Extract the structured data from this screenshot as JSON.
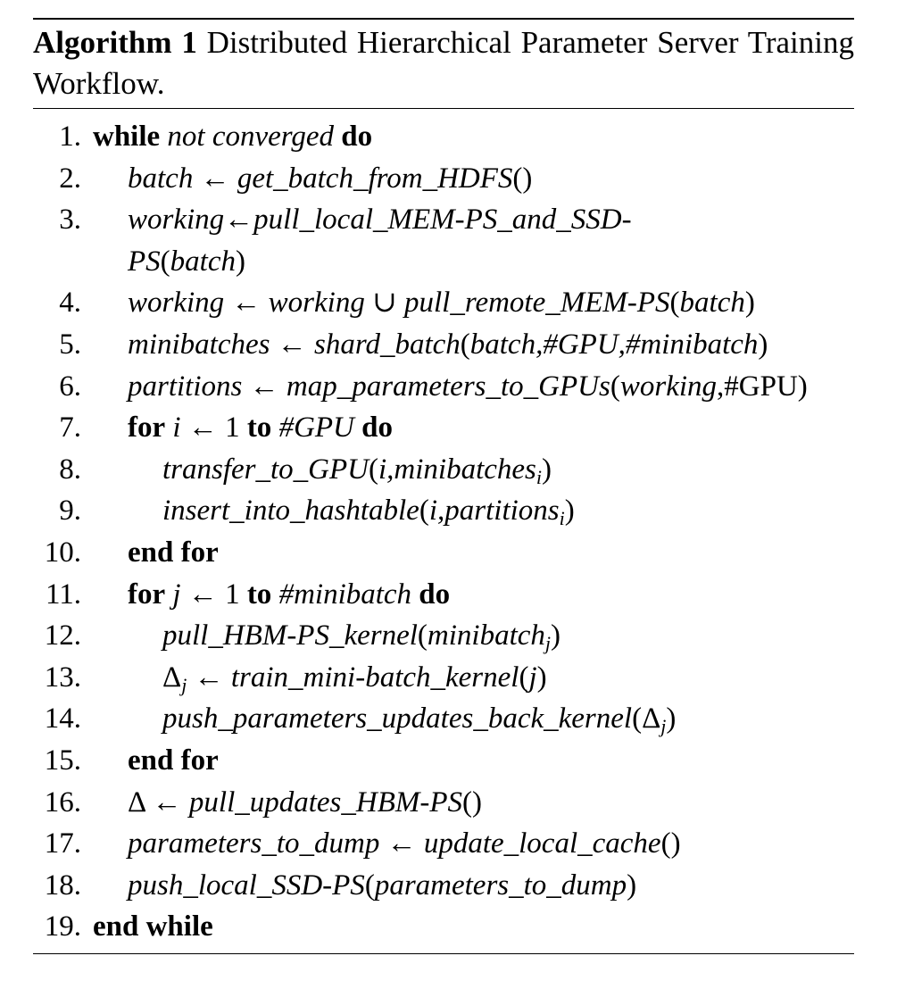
{
  "caption": {
    "label": "Algorithm 1",
    "title": "Distributed Hierarchical Parameter Server Training Workflow."
  },
  "lines": [
    {
      "num": "1.",
      "indent": 0,
      "parts": [
        {
          "t": "while",
          "s": "kw"
        },
        {
          "t": " ",
          "s": "rm"
        },
        {
          "t": "not converged",
          "s": "it"
        },
        {
          "t": " ",
          "s": "rm"
        },
        {
          "t": "do",
          "s": "kw"
        }
      ]
    },
    {
      "num": "2.",
      "indent": 1,
      "parts": [
        {
          "t": "batch",
          "s": "it"
        },
        {
          "t": " ← ",
          "s": "rm"
        },
        {
          "t": "get_batch_from_HDFS",
          "s": "it"
        },
        {
          "t": "()",
          "s": "rm"
        }
      ]
    },
    {
      "num": "3.",
      "indent": 1,
      "parts": [
        {
          "t": "working",
          "s": "it"
        },
        {
          "t": "←",
          "s": "rm"
        },
        {
          "t": "pull_local_MEM-PS_and_SSD-",
          "s": "it"
        }
      ]
    },
    {
      "num": "",
      "indent": 1,
      "parts": [
        {
          "t": "PS",
          "s": "it"
        },
        {
          "t": "(",
          "s": "rm"
        },
        {
          "t": "batch",
          "s": "it"
        },
        {
          "t": ")",
          "s": "rm"
        }
      ]
    },
    {
      "num": "4.",
      "indent": 1,
      "parts": [
        {
          "t": "working",
          "s": "it"
        },
        {
          "t": " ← ",
          "s": "rm"
        },
        {
          "t": "working",
          "s": "it"
        },
        {
          "t": " ∪ ",
          "s": "rm"
        },
        {
          "t": "pull_remote_MEM-PS",
          "s": "it"
        },
        {
          "t": "(",
          "s": "rm"
        },
        {
          "t": "batch",
          "s": "it"
        },
        {
          "t": ")",
          "s": "rm"
        }
      ]
    },
    {
      "num": "5.",
      "indent": 1,
      "parts": [
        {
          "t": "minibatches",
          "s": "it"
        },
        {
          "t": " ← ",
          "s": "rm"
        },
        {
          "t": "shard_batch",
          "s": "it"
        },
        {
          "t": "(",
          "s": "rm"
        },
        {
          "t": "batch,#GPU,#minibatch",
          "s": "it"
        },
        {
          "t": ")",
          "s": "rm"
        }
      ]
    },
    {
      "num": "6.",
      "indent": 1,
      "parts": [
        {
          "t": "partitions",
          "s": "it"
        },
        {
          "t": " ← ",
          "s": "rm"
        },
        {
          "t": "map_parameters_to_GPUs",
          "s": "it"
        },
        {
          "t": "(",
          "s": "rm"
        },
        {
          "t": "working",
          "s": "it"
        },
        {
          "t": ",#GPU)",
          "s": "rm"
        }
      ]
    },
    {
      "num": "7.",
      "indent": 1,
      "parts": [
        {
          "t": "for",
          "s": "kw"
        },
        {
          "t": " ",
          "s": "rm"
        },
        {
          "t": "i",
          "s": "it"
        },
        {
          "t": " ← 1 ",
          "s": "rm"
        },
        {
          "t": "to",
          "s": "kw"
        },
        {
          "t": " ",
          "s": "rm"
        },
        {
          "t": "#GPU",
          "s": "it"
        },
        {
          "t": " ",
          "s": "rm"
        },
        {
          "t": "do",
          "s": "kw"
        }
      ]
    },
    {
      "num": "8.",
      "indent": 2,
      "parts": [
        {
          "t": "transfer_to_GPU",
          "s": "it"
        },
        {
          "t": "(",
          "s": "rm"
        },
        {
          "t": "i,minibatches",
          "s": "it"
        },
        {
          "t": "i",
          "s": "sub"
        },
        {
          "t": ")",
          "s": "rm"
        }
      ]
    },
    {
      "num": "9.",
      "indent": 2,
      "parts": [
        {
          "t": "insert_into_hashtable",
          "s": "it"
        },
        {
          "t": "(",
          "s": "rm"
        },
        {
          "t": "i,partitions",
          "s": "it"
        },
        {
          "t": "i",
          "s": "sub"
        },
        {
          "t": ")",
          "s": "rm"
        }
      ]
    },
    {
      "num": "10.",
      "indent": 1,
      "parts": [
        {
          "t": "end for",
          "s": "kw"
        }
      ]
    },
    {
      "num": "11.",
      "indent": 1,
      "parts": [
        {
          "t": "for",
          "s": "kw"
        },
        {
          "t": " ",
          "s": "rm"
        },
        {
          "t": "j",
          "s": "it"
        },
        {
          "t": " ← 1 ",
          "s": "rm"
        },
        {
          "t": "to",
          "s": "kw"
        },
        {
          "t": " ",
          "s": "rm"
        },
        {
          "t": "#minibatch",
          "s": "it"
        },
        {
          "t": " ",
          "s": "rm"
        },
        {
          "t": "do",
          "s": "kw"
        }
      ]
    },
    {
      "num": "12.",
      "indent": 2,
      "parts": [
        {
          "t": "pull_HBM-PS_kernel",
          "s": "it"
        },
        {
          "t": "(",
          "s": "rm"
        },
        {
          "t": "minibatch",
          "s": "it"
        },
        {
          "t": "j",
          "s": "sub"
        },
        {
          "t": ")",
          "s": "rm"
        }
      ]
    },
    {
      "num": "13.",
      "indent": 2,
      "parts": [
        {
          "t": "Δ",
          "s": "rm"
        },
        {
          "t": "j",
          "s": "sub"
        },
        {
          "t": " ← ",
          "s": "rm"
        },
        {
          "t": "train_mini-batch_kernel",
          "s": "it"
        },
        {
          "t": "(",
          "s": "rm"
        },
        {
          "t": "j",
          "s": "it"
        },
        {
          "t": ")",
          "s": "rm"
        }
      ]
    },
    {
      "num": "14.",
      "indent": 2,
      "parts": [
        {
          "t": "push_parameters_updates_back_kernel",
          "s": "it"
        },
        {
          "t": "(Δ",
          "s": "rm"
        },
        {
          "t": "j",
          "s": "sub"
        },
        {
          "t": ")",
          "s": "rm"
        }
      ]
    },
    {
      "num": "15.",
      "indent": 1,
      "parts": [
        {
          "t": "end for",
          "s": "kw"
        }
      ]
    },
    {
      "num": "16.",
      "indent": 1,
      "parts": [
        {
          "t": "Δ ← ",
          "s": "rm"
        },
        {
          "t": "pull_updates_HBM-PS",
          "s": "it"
        },
        {
          "t": "()",
          "s": "rm"
        }
      ]
    },
    {
      "num": "17.",
      "indent": 1,
      "parts": [
        {
          "t": "parameters_to_dump",
          "s": "it"
        },
        {
          "t": " ← ",
          "s": "rm"
        },
        {
          "t": "update_local_cache",
          "s": "it"
        },
        {
          "t": "()",
          "s": "rm"
        }
      ]
    },
    {
      "num": "18.",
      "indent": 1,
      "parts": [
        {
          "t": "push_local_SSD-PS",
          "s": "it"
        },
        {
          "t": "(",
          "s": "rm"
        },
        {
          "t": "parameters_to_dump",
          "s": "it"
        },
        {
          "t": ")",
          "s": "rm"
        }
      ]
    },
    {
      "num": "19.",
      "indent": 0,
      "parts": [
        {
          "t": "end while",
          "s": "kw"
        }
      ]
    }
  ]
}
